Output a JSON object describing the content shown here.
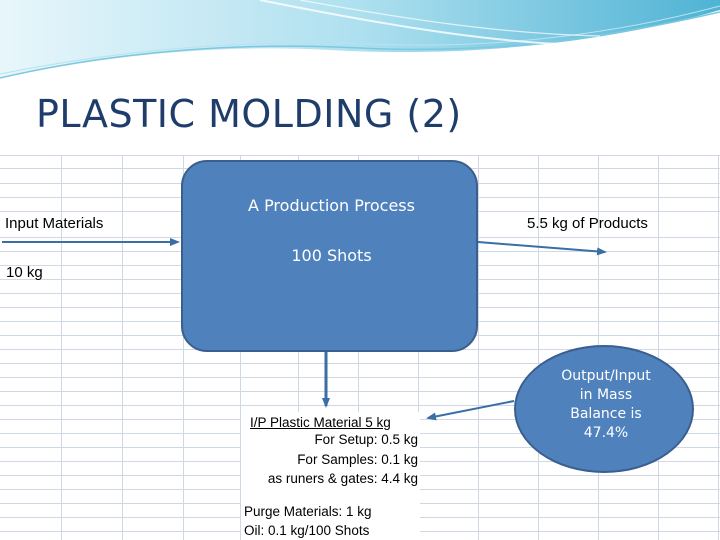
{
  "slide": {
    "title": "PLASTIC MOLDING (2)"
  },
  "input": {
    "label": "Input Materials",
    "quantity": "10 kg"
  },
  "output": {
    "label": "5.5 kg of Products"
  },
  "process": {
    "title": "A Production Process",
    "shots": "100 Shots"
  },
  "mass_balance": {
    "line1": "Output/Input",
    "line2": "in Mass",
    "line3": "Balance is",
    "line4": "47.4%"
  },
  "materials": {
    "header": "I/P Plastic Material 5 kg",
    "setup": "For Setup: 0.5 kg",
    "samples": "For Samples: 0.1 kg",
    "runners": "as runers & gates: 4.4 kg",
    "purge": "Purge Materials: 1 kg",
    "oil": "Oil: 0.1 kg/100 Shots"
  },
  "colors": {
    "box_fill": "#4f81bd",
    "box_border": "#3a5f8f",
    "title_text": "#1f3d6b",
    "wave": "#5bb8d6",
    "gridline": "#d0d7e5"
  }
}
